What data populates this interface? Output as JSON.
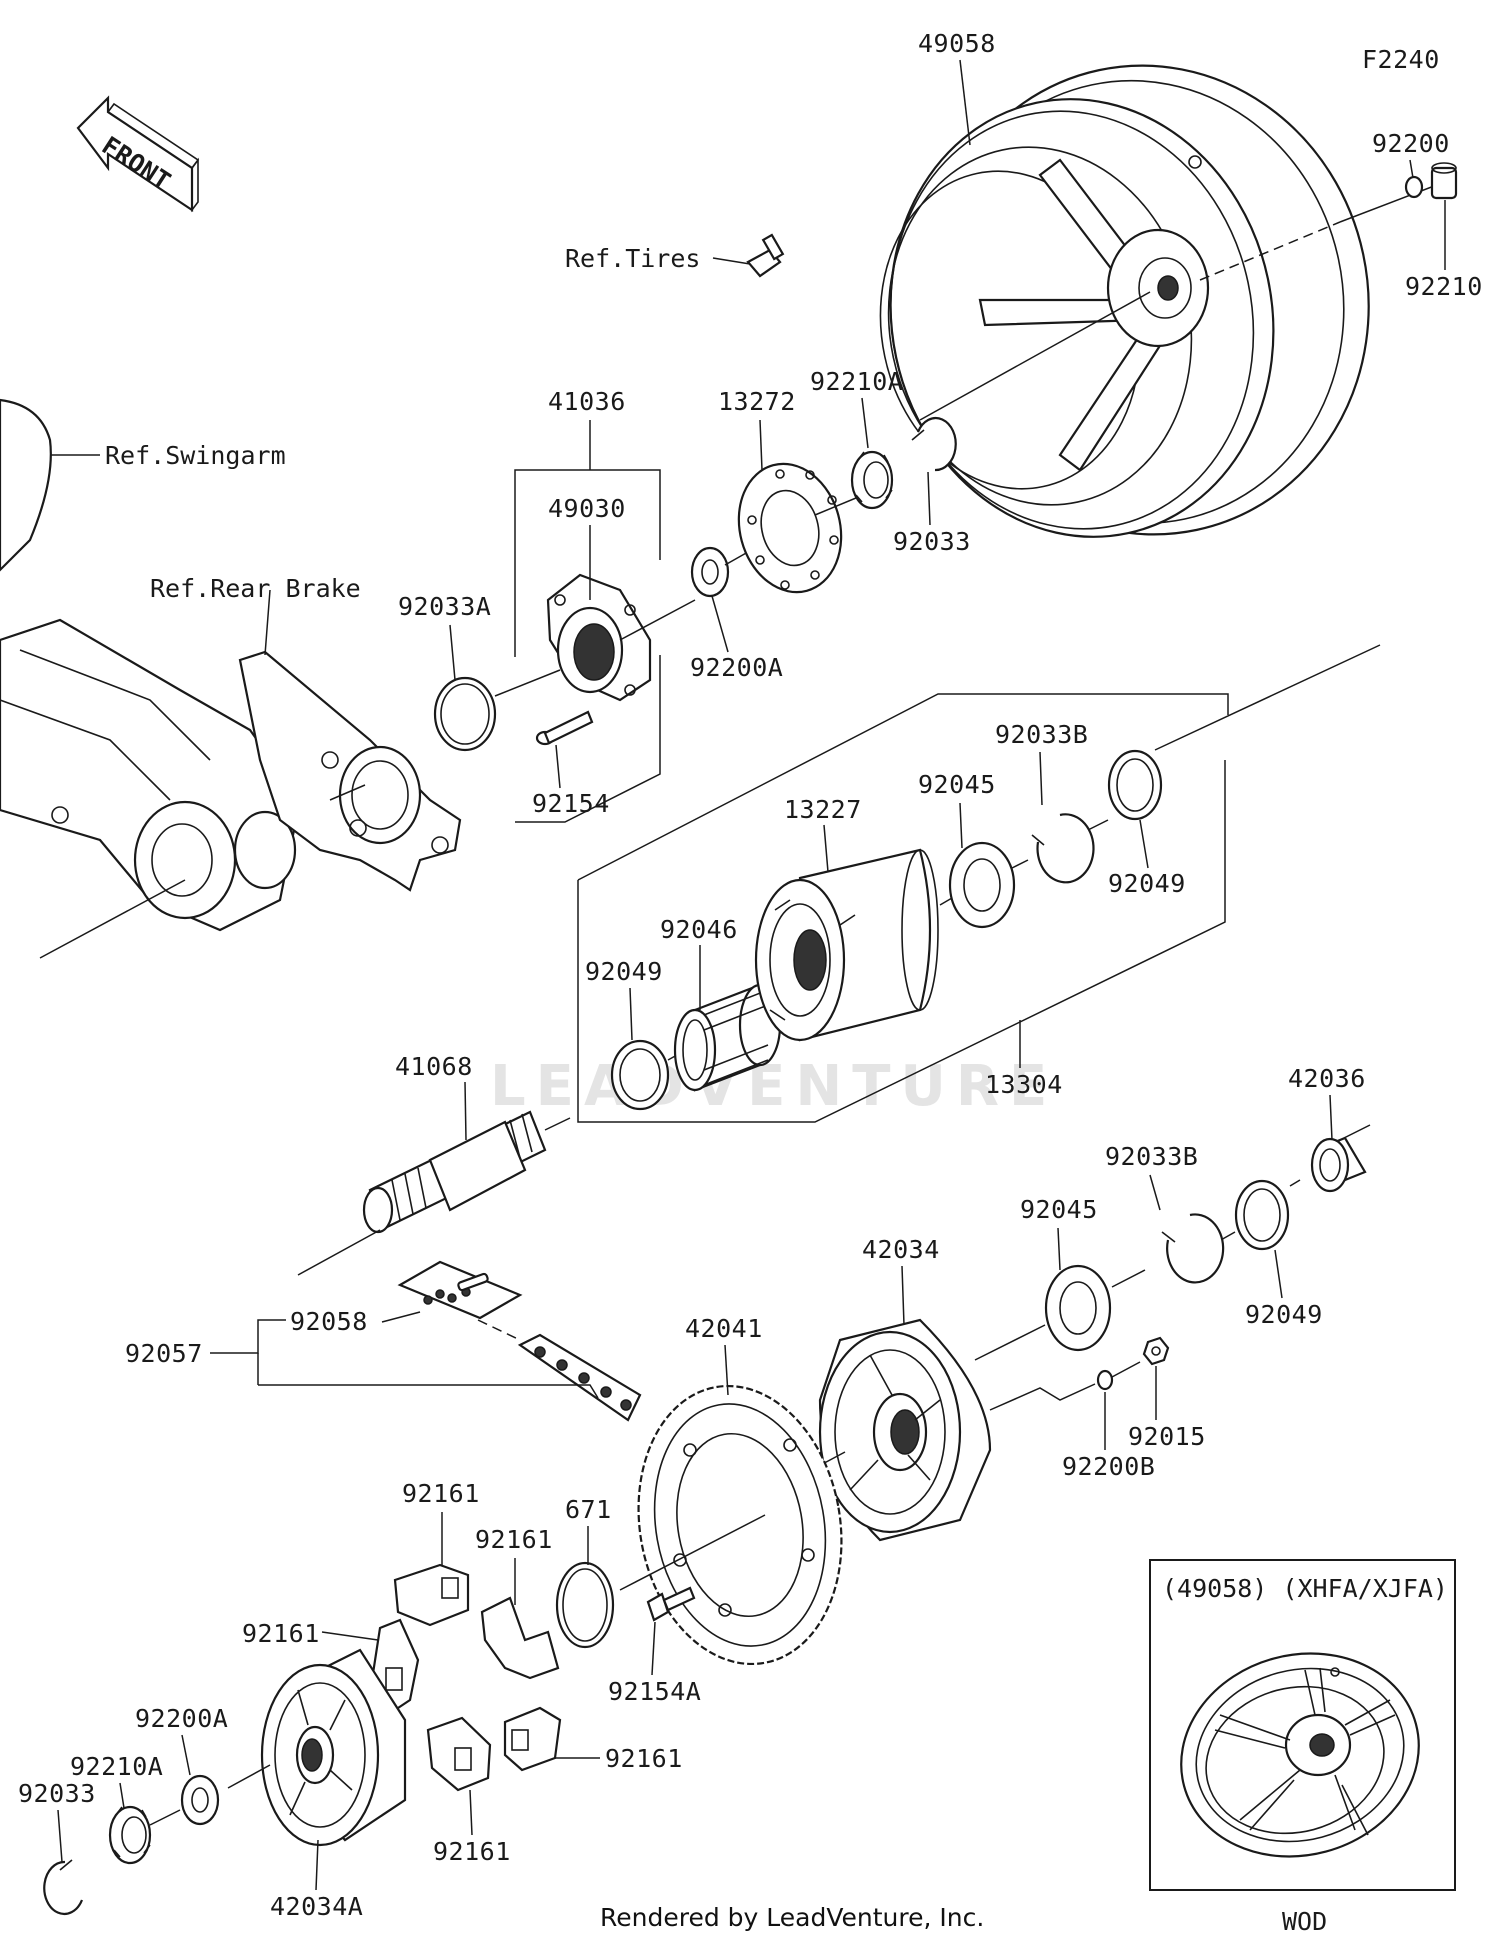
{
  "diagram": {
    "code": "F2240",
    "front_label": "FRONT",
    "footer": "Rendered by LeadVenture, Inc.",
    "watermark": "LEADVENTURE",
    "refs": {
      "tires": "Ref.Tires",
      "swingarm": "Ref.Swingarm",
      "rear_brake": "Ref.Rear Brake"
    },
    "inset": {
      "title": "(49058) (XHFA/XJFA)",
      "caption": "WOD"
    },
    "parts": {
      "p49058": "49058",
      "p92200": "92200",
      "p92210": "92210",
      "p41036": "41036",
      "p13272": "13272",
      "p92210A_top": "92210A",
      "p49030": "49030",
      "p92033_top": "92033",
      "p92033A": "92033A",
      "p92200A_top": "92200A",
      "p92154": "92154",
      "p92033B_top": "92033B",
      "p92045_top": "92045",
      "p13227": "13227",
      "p92049_right": "92049",
      "p92046": "92046",
      "p92049_left": "92049",
      "p13304": "13304",
      "p41068": "41068",
      "p42036": "42036",
      "p92033B_low": "92033B",
      "p92045_low": "92045",
      "p42034": "42034",
      "p92049_low": "92049",
      "p92058": "92058",
      "p92057": "92057",
      "p42041": "42041",
      "p92015": "92015",
      "p92200B": "92200B",
      "p92161_a": "92161",
      "p92161_b": "92161",
      "p671": "671",
      "p92161_c": "92161",
      "p92154A": "92154A",
      "p92200A_low": "92200A",
      "p92161_d": "92161",
      "p92210A_low": "92210A",
      "p92033_low": "92033",
      "p92161_e": "92161",
      "p42034A": "42034A"
    }
  }
}
